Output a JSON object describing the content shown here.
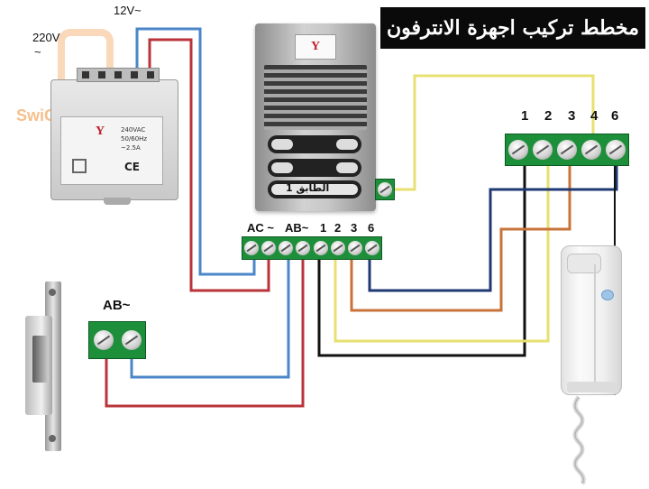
{
  "title": "مخطط تركيب اجهزة الانترفون",
  "watermark": "SwiGaTeUrA",
  "power_supply": {
    "input_label": "220V",
    "input_symbol": "~",
    "output_label": "12V~",
    "brand": "Y",
    "specs": [
      "240VAC",
      "50/60Hz",
      "~2.5A"
    ]
  },
  "panel": {
    "brand": "Y",
    "floor_label": "الطابق 1"
  },
  "panel_terminals": [
    "AC ~",
    "AB~",
    "1",
    "2",
    "3",
    "6"
  ],
  "handset_terminals": [
    "1",
    "2",
    "3",
    "4",
    "6"
  ],
  "lock_terminal_label": "AB~",
  "wire_colors": {
    "blue": "#4a86c8",
    "red": "#b8343a",
    "yellow": "#e8e070",
    "orange": "#c8733a",
    "navy": "#1f3a73",
    "black": "#111111",
    "terminal_green": "#1d8f3a"
  }
}
